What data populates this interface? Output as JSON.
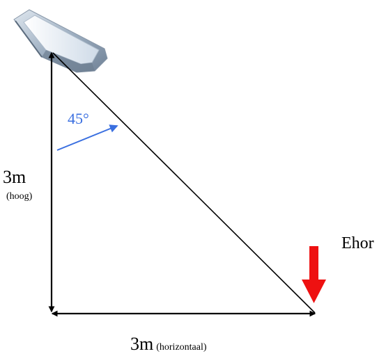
{
  "diagram": {
    "angle_label": "45°",
    "height_value": "3m",
    "height_note": "(hoog)",
    "width_value": "3m",
    "width_note": "(horizontaal)",
    "illuminance_label": "Ehor",
    "colors": {
      "lines": "#000000",
      "angle": "#3a6fe0",
      "arrow": "#ee1111",
      "lamp_body": "#b9c6d4",
      "lamp_glass": "#eef4fa"
    }
  }
}
